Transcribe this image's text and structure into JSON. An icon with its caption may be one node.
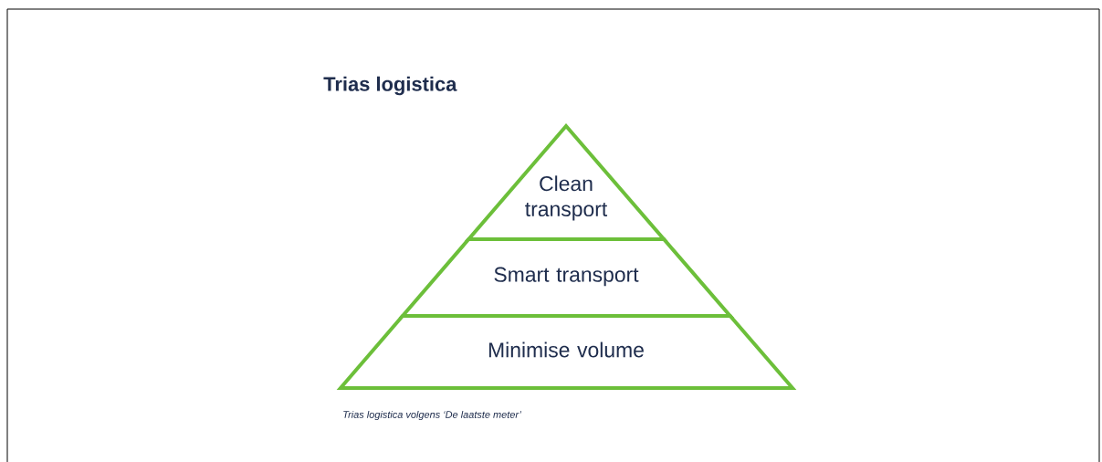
{
  "diagram": {
    "title": "Trias logistica",
    "caption": "Trias logistica volgens ‘De laatste meter’",
    "nodes": [
      {
        "text": [
          "Clean transport"
        ]
      },
      {
        "text": [
          "Smart transport"
        ]
      },
      {
        "text": [
          "Minimise volume"
        ]
      }
    ]
  }
}
